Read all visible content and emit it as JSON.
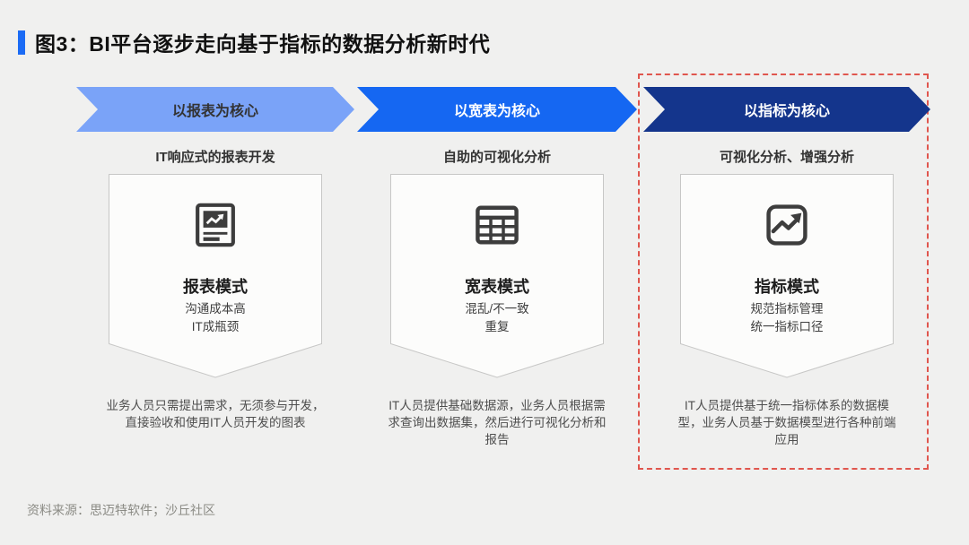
{
  "page": {
    "title": "图3：BI平台逐步走向基于指标的数据分析新时代",
    "source_note": "资料来源：思迈特软件；沙丘社区"
  },
  "colors": {
    "accent_blue": "#1B6BF5",
    "stage1_arrow_bg": "#7AA3F8",
    "stage2_arrow_bg": "#1567F2",
    "stage3_arrow_bg": "#14358C",
    "highlight_dashed_red": "#E0564E",
    "icon_gray": "#3D3D3D"
  },
  "stages": [
    {
      "arrow_label": "以报表为核心",
      "subtitle": "IT响应式的报表开发",
      "icon": "report-chart-icon",
      "mode_title": "报表模式",
      "mode_lines": [
        "沟通成本高",
        "IT成瓶颈"
      ],
      "description": "业务人员只需提出需求，无须参与开发，直接验收和使用IT人员开发的图表"
    },
    {
      "arrow_label": "以宽表为核心",
      "subtitle": "自助的可视化分析",
      "icon": "table-grid-icon",
      "mode_title": "宽表模式",
      "mode_lines": [
        "混乱/不一致",
        "重复"
      ],
      "description": "IT人员提供基础数据源，业务人员根据需求查询出数据集，然后进行可视化分析和报告"
    },
    {
      "arrow_label": "以指标为核心",
      "subtitle": "可视化分析、增强分析",
      "icon": "trend-up-icon",
      "mode_title": "指标模式",
      "mode_lines": [
        "规范指标管理",
        "统一指标口径"
      ],
      "description": "IT人员提供基于统一指标体系的数据模型，业务人员基于数据模型进行各种前端应用",
      "highlighted": true
    }
  ]
}
